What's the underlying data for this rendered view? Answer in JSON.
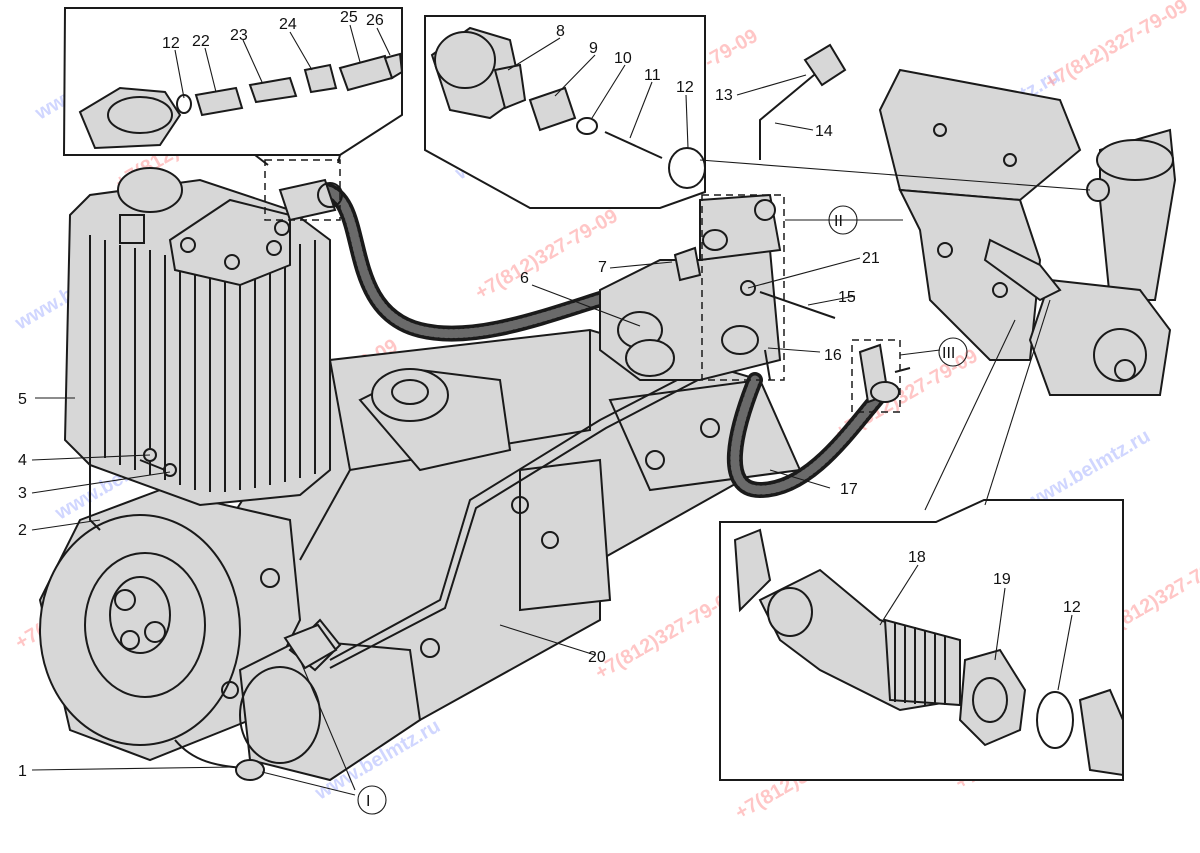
{
  "callouts": [
    "1",
    "2",
    "3",
    "4",
    "5",
    "6",
    "7",
    "8",
    "9",
    "10",
    "11",
    "12",
    "13",
    "14",
    "15",
    "16",
    "17",
    "18",
    "19",
    "20",
    "21",
    "22",
    "23",
    "24",
    "25",
    "26"
  ],
  "callouts_repeat": {
    "p12a": "12",
    "p12b": "12",
    "p12c": "12"
  },
  "groups": {
    "g1": "I",
    "g2": "II",
    "g3": "III"
  },
  "watermarks": {
    "site": "www.belmtz.ru",
    "phone": "+7(812)327-79-09"
  }
}
